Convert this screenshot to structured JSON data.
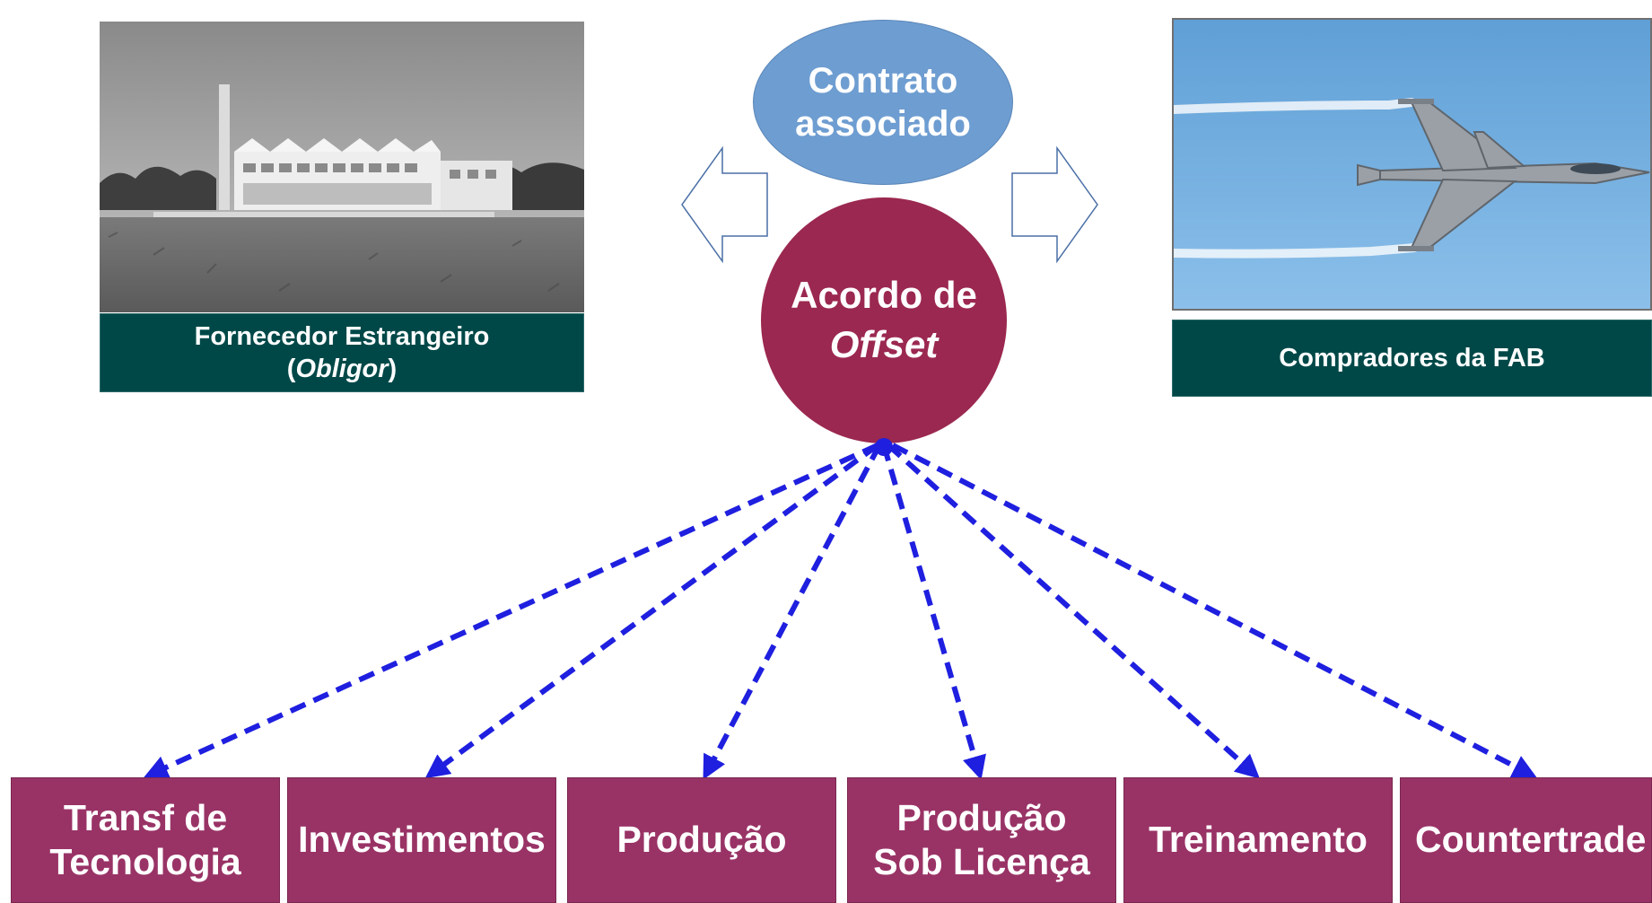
{
  "contract_label": [
    "Contrato",
    "associado"
  ],
  "offset_label": {
    "line1": "Acordo de",
    "line2": "Offset"
  },
  "supplier": {
    "caption_main": "Fornecedor Estrangeiro",
    "caption_open": "(",
    "caption_italic": "Obligor",
    "caption_close": ")"
  },
  "buyer": {
    "caption": "Compradores da FAB"
  },
  "categories": [
    {
      "line1": "Transf de",
      "line2": "Tecnologia"
    },
    {
      "line1": "Investimentos",
      "line2": ""
    },
    {
      "line1": "Produção",
      "line2": ""
    },
    {
      "line1": "Produção",
      "line2": "Sob Licença"
    },
    {
      "line1": "Treinamento",
      "line2": ""
    },
    {
      "line1": "Countertrade",
      "line2": ""
    }
  ],
  "colors": {
    "contract": "#6e9dd1",
    "offset": "#9b2850",
    "caption": "#004848",
    "category": "#993366",
    "arrow": "#1f1fe0"
  }
}
